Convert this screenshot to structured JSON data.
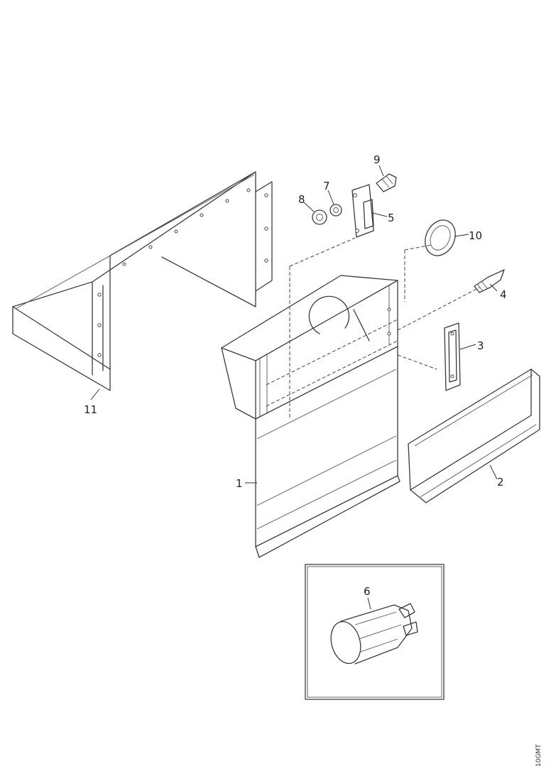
{
  "callouts": [
    {
      "id": "1",
      "label": "1"
    },
    {
      "id": "2",
      "label": "2"
    },
    {
      "id": "3",
      "label": "3"
    },
    {
      "id": "4",
      "label": "4"
    },
    {
      "id": "5",
      "label": "5"
    },
    {
      "id": "6",
      "label": "6"
    },
    {
      "id": "7",
      "label": "7"
    },
    {
      "id": "8",
      "label": "8"
    },
    {
      "id": "9",
      "label": "9"
    },
    {
      "id": "10",
      "label": "10"
    },
    {
      "id": "11",
      "label": "11"
    }
  ],
  "drawing_code": "10GMT"
}
